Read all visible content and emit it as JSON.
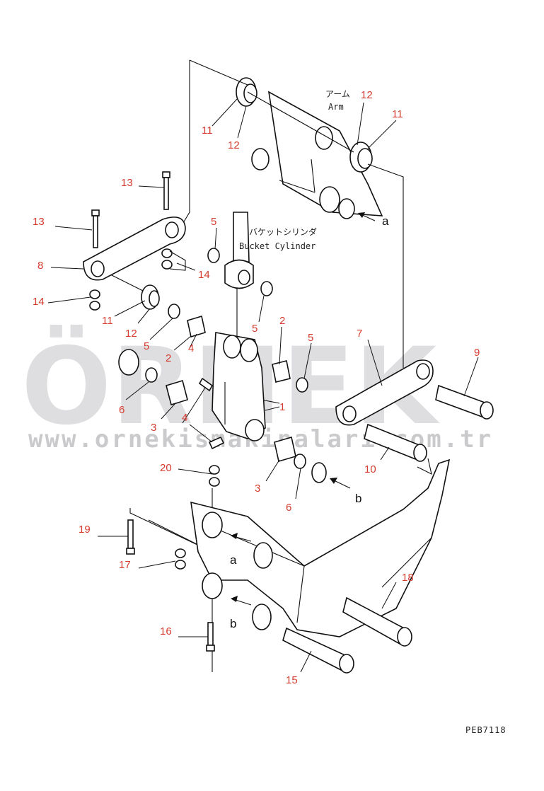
{
  "labels": {
    "arm_jp": "アーム",
    "arm_en": "Arm",
    "bucket_cylinder_jp": "バケットシリンダ",
    "bucket_cylinder_en": "Bucket Cylinder",
    "ref_a": "a",
    "ref_b": "b",
    "drawing_code": "PEB7118"
  },
  "watermark": {
    "brand": "ÖRNEK",
    "url": "www.ornekismakinalari.com.tr"
  },
  "part_numbers": {
    "p1": "1",
    "p2": "2",
    "p3": "3",
    "p4": "4",
    "p5": "5",
    "p6": "6",
    "p7": "7",
    "p8": "8",
    "p9": "9",
    "p10": "10",
    "p11": "11",
    "p12": "12",
    "p13": "13",
    "p14": "14",
    "p15": "15",
    "p16": "16",
    "p17": "17",
    "p18": "18",
    "p19": "19",
    "p20": "20"
  },
  "colors": {
    "callout": "#d63b2f",
    "line": "#111111",
    "watermark": "#9a9aa0"
  }
}
